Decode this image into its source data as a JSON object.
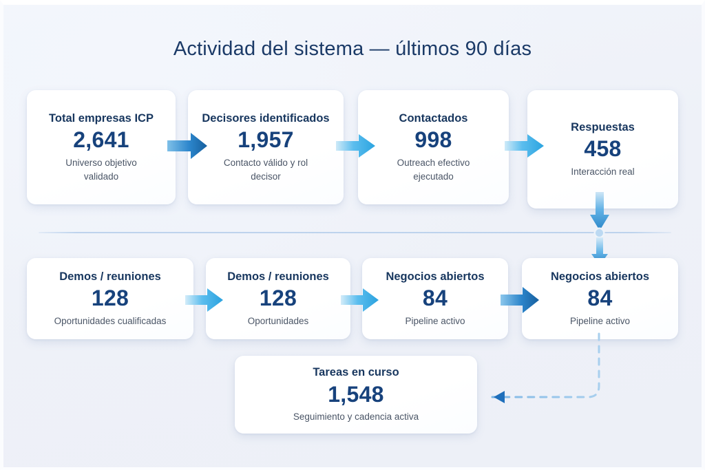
{
  "page": {
    "title": "Actividad del sistema — últimos 90 días",
    "background_color": "#eef1f8",
    "title_color": "#1b3a67",
    "card_background": "#ffffff",
    "accent_dark": "#1c73c0",
    "accent_light": "#4cb8ec",
    "divider_color": "#bad1ec",
    "dashed_connector_color": "#8dbfe8"
  },
  "row1": {
    "cards": [
      {
        "title": "Total empresas ICP",
        "value": "2,641",
        "desc": "Universo objetivo validado"
      },
      {
        "title": "Decisores identificados",
        "value": "1,957",
        "desc": "Contacto válido y rol decisor"
      },
      {
        "title": "Contactados",
        "value": "998",
        "desc": "Outreach efectivo ejecutado"
      },
      {
        "title": "Respuestas",
        "value": "458",
        "desc": "Interacción real"
      }
    ]
  },
  "row2": {
    "cards": [
      {
        "title": "Demos / reuniones",
        "value": "128",
        "desc": "Oportunidades cualificadas"
      },
      {
        "title": "Demos / reuniones",
        "value": "128",
        "desc": "Oportunidades"
      },
      {
        "title": "Negocios abiertos",
        "value": "84",
        "desc": "Pipeline activo"
      },
      {
        "title": "Negocios abiertos",
        "value": "84",
        "desc": "Pipeline activo"
      }
    ]
  },
  "row3": {
    "cards": [
      {
        "title": "Tareas en curso",
        "value": "1,548",
        "desc": "Seguimiento y cadencia activa"
      }
    ]
  },
  "connectors": {
    "row1_arrows": [
      {
        "name": "arrow-icon-right-dark",
        "style": "dark"
      },
      {
        "name": "arrow-icon-right-light",
        "style": "light"
      },
      {
        "name": "arrow-icon-right-light",
        "style": "light"
      }
    ],
    "row2_arrows": [
      {
        "name": "arrow-icon-right-light",
        "style": "light"
      },
      {
        "name": "arrow-icon-right-light",
        "style": "light"
      },
      {
        "name": "arrow-icon-right-dark",
        "style": "dark"
      }
    ],
    "vertical_arrows": [
      {
        "name": "arrow-icon-down-upper"
      },
      {
        "name": "arrow-icon-down-lower"
      }
    ],
    "dashed": {
      "name": "dashed-feedback-connector",
      "direction": "left"
    }
  },
  "chart_data": {
    "type": "funnel-diagram",
    "title": "Actividad del sistema — últimos 90 días",
    "stages": [
      {
        "label": "Total empresas ICP",
        "value": 2641,
        "note": "Universo objetivo validado"
      },
      {
        "label": "Decisores identificados",
        "value": 1957,
        "note": "Contacto válido y rol decisor"
      },
      {
        "label": "Contactados",
        "value": 998,
        "note": "Outreach efectivo ejecutado"
      },
      {
        "label": "Respuestas",
        "value": 458,
        "note": "Interacción real"
      },
      {
        "label": "Demos / reuniones",
        "value": 128,
        "note": "Oportunidades cualificadas"
      },
      {
        "label": "Demos / reuniones",
        "value": 128,
        "note": "Oportunidades"
      },
      {
        "label": "Negocios abiertos",
        "value": 84,
        "note": "Pipeline activo"
      },
      {
        "label": "Negocios abiertos",
        "value": 84,
        "note": "Pipeline activo"
      },
      {
        "label": "Tareas en curso",
        "value": 1548,
        "note": "Seguimiento y cadencia activa"
      }
    ]
  }
}
